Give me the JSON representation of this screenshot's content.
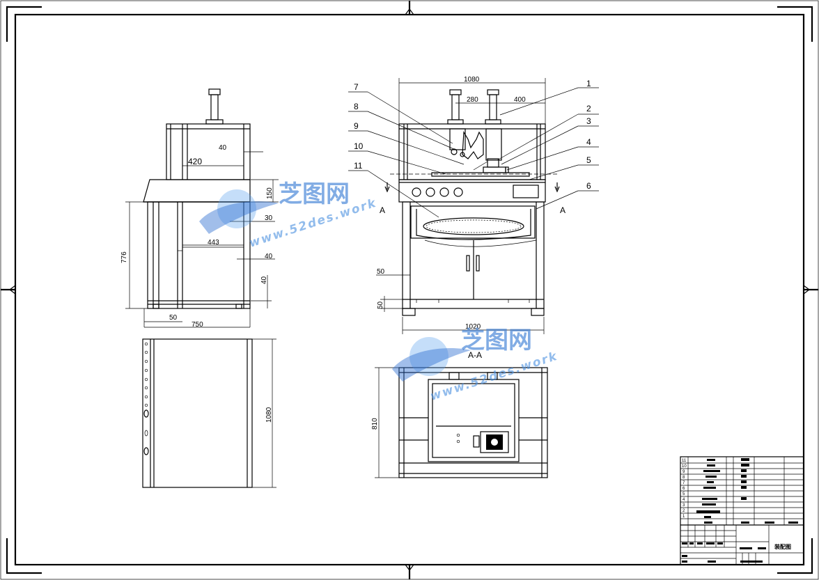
{
  "watermark": {
    "brand_cn": "芝图网",
    "url_1": "www.52des.work",
    "url_2": "www.52des.work",
    "brand_cn_2": "芝图网"
  },
  "side_view": {
    "dims": {
      "d40_top": "40",
      "d420": "420",
      "d150": "150",
      "d30": "30",
      "d776": "776",
      "d443": "443",
      "d40_mid": "40",
      "d40_low": "40",
      "d50": "50",
      "d750": "750"
    }
  },
  "top_view": {
    "dims": {
      "d1080": "1080"
    }
  },
  "front_view": {
    "dims": {
      "d1080": "1080",
      "d280": "280",
      "d400": "400",
      "d50_left": "50",
      "d50_low": "50",
      "d1020": "1020"
    },
    "section_marks": {
      "left": "A",
      "right": "A"
    },
    "part_numbers": [
      "1",
      "2",
      "3",
      "4",
      "5",
      "6",
      "7",
      "8",
      "9",
      "10",
      "11"
    ]
  },
  "section_view": {
    "label": "A-A",
    "dims": {
      "d810": "810"
    }
  },
  "title_block": {
    "row_numbers": [
      "11",
      "10",
      "9",
      "8",
      "7",
      "6",
      "5",
      "4",
      "3",
      "2",
      "1"
    ],
    "drawing_name": "装配图"
  }
}
